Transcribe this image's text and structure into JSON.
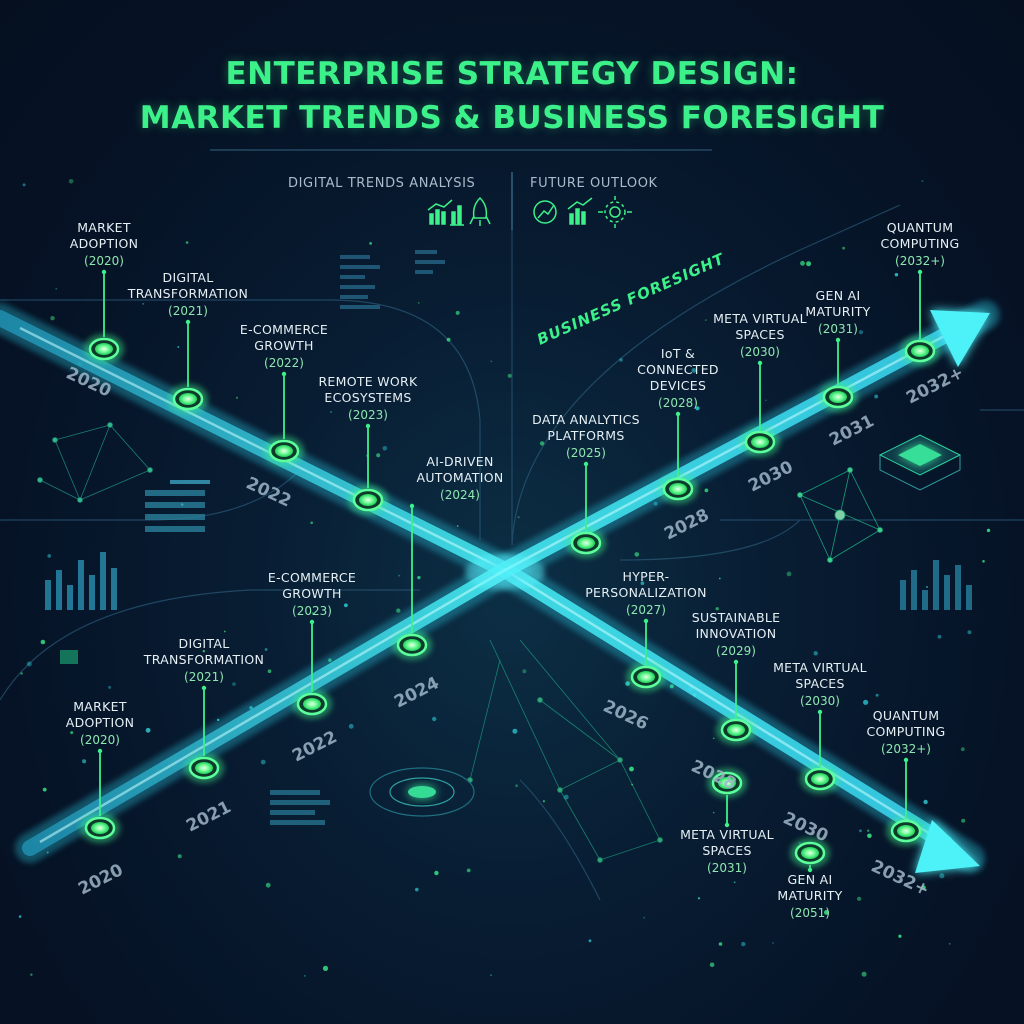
{
  "title": {
    "line1": "ENTERPRISE STRATEGY DESIGN:",
    "line2": "MARKET TRENDS & BUSINESS FORESIGHT"
  },
  "header_left": "DIGITAL TRENDS ANALYSIS",
  "header_right": "FUTURE OUTLOOK",
  "diagonal_label": "BUSINESS FORESIGHT",
  "icons": {
    "left": [
      "bar-chart-icon",
      "trend-chart-icon",
      "rocket-icon"
    ],
    "right": [
      "growth-circle-icon",
      "bar-chart-icon",
      "network-hub-icon"
    ]
  },
  "colors": {
    "title": "#3cf08a",
    "track": "#38e8f0",
    "node": "#4dfb8c",
    "background": "#06142a"
  },
  "milestones": [
    {
      "lines": [
        "MARKET",
        "ADOPTION"
      ],
      "year": "(2020)"
    },
    {
      "lines": [
        "DIGITAL",
        "TRANSFORMATION"
      ],
      "year": "(2021)"
    },
    {
      "lines": [
        "E-COMMERCE",
        "GROWTH"
      ],
      "year": "(2022)"
    },
    {
      "lines": [
        "REMOTE WORK",
        "ECOSYSTEMS"
      ],
      "year": "(2023)"
    },
    {
      "lines": [
        "AI-DRIVEN",
        "AUTOMATION"
      ],
      "year": "(2024)"
    },
    {
      "lines": [
        "DATA ANALYTICS",
        "PLATFORMS"
      ],
      "year": "(2025)"
    },
    {
      "lines": [
        "IoT &",
        "CONNECTED",
        "DEVICES"
      ],
      "year": "(2028)"
    },
    {
      "lines": [
        "META VIRTUAL",
        "SPACES"
      ],
      "year": "(2030)"
    },
    {
      "lines": [
        "GEN AI",
        "MATURITY"
      ],
      "year": "(2031)"
    },
    {
      "lines": [
        "QUANTUM",
        "COMPUTING"
      ],
      "year": "(2032+)"
    },
    {
      "lines": [
        "MARKET",
        "ADOPTION"
      ],
      "year": "(2020)"
    },
    {
      "lines": [
        "DIGITAL",
        "TRANSFORMATION"
      ],
      "year": "(2021)"
    },
    {
      "lines": [
        "E-COMMERCE",
        "GROWTH"
      ],
      "year": "(2023)"
    },
    {
      "lines": [
        "HYPER-",
        "PERSONALIZATION"
      ],
      "year": "(2027)"
    },
    {
      "lines": [
        "SUSTAINABLE",
        "INNOVATION"
      ],
      "year": "(2029)"
    },
    {
      "lines": [
        "META VIRTUAL",
        "SPACES"
      ],
      "year": "(2030)"
    },
    {
      "lines": [
        "QUANTUM",
        "COMPUTING"
      ],
      "year": "(2032+)"
    },
    {
      "lines": [
        "META VIRTUAL",
        "SPACES"
      ],
      "year": "(2031)"
    },
    {
      "lines": [
        "GEN AI",
        "MATURITY"
      ],
      "year": "(2051)"
    }
  ],
  "axis_years": [
    "2020",
    "2022",
    "2028",
    "2030",
    "2031",
    "2032+",
    "2020",
    "2021",
    "2022",
    "2024",
    "2026",
    "2028",
    "2030",
    "2032+"
  ]
}
